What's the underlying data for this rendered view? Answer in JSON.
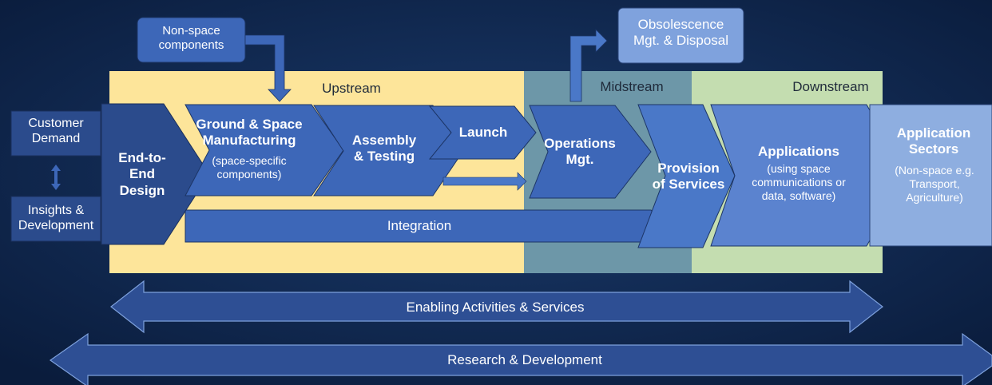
{
  "zones": {
    "upstream": "Upstream",
    "midstream": "Midstream",
    "downstream": "Downstream"
  },
  "inputs": {
    "non_space": "Non-space\ncomponents",
    "customer_demand": "Customer\nDemand",
    "insights": "Insights &\nDevelopment"
  },
  "stages": {
    "design": "End-to-\nEnd\nDesign",
    "manufacturing_title": "Ground & Space\nManufacturing",
    "manufacturing_sub": "(space-specific\ncomponents)",
    "assembly": "Assembly\n& Testing",
    "launch": "Launch",
    "operations": "Operations\nMgt.",
    "provision": "Provision\nof Services",
    "applications_title": "Applications",
    "applications_sub": "(using space\ncommunications or\ndata, software)",
    "sectors_title": "Application\nSectors",
    "sectors_sub": "(Non-space e.g.\nTransport,\nAgriculture)"
  },
  "obsolescence": "Obsolescence\nMgt. & Disposal",
  "integration": "Integration",
  "enabling": "Enabling Activities & Services",
  "research": "Research & Development",
  "colors": {
    "background": "#0d2346",
    "upstream_zone": "#fde59a",
    "midstream_zone": "#6d97a8",
    "downstream_zone": "#c4ddb0",
    "dark_chevron": "#2b4b8c",
    "mid_chevron": "#3d67b8",
    "light_chevron": "#5b83cf",
    "pale_box": "#8eaee0"
  }
}
